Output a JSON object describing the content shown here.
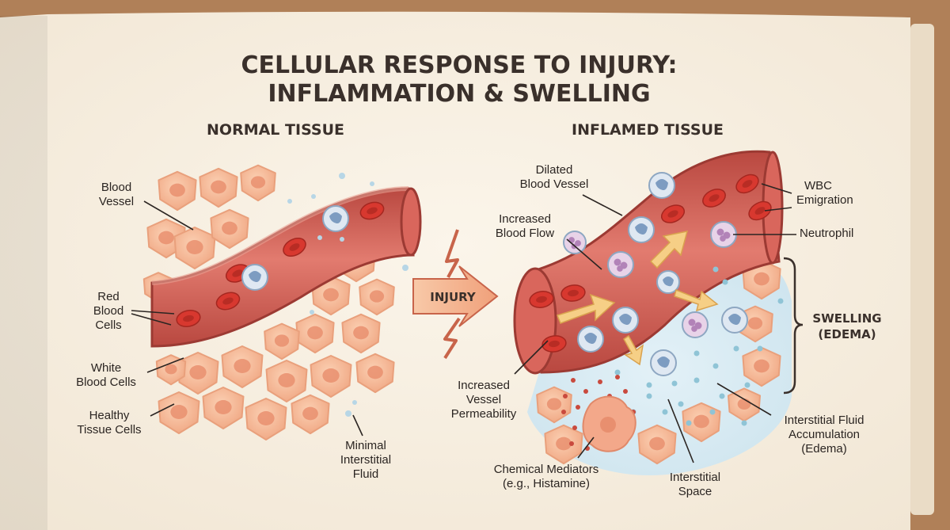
{
  "title": {
    "line1": "CELLULAR RESPONSE TO INJURY:",
    "line2": "INFLAMMATION & SWELLING"
  },
  "panels": {
    "normal": {
      "heading": "NORMAL TISSUE",
      "labels": {
        "blood_vessel": [
          "Blood",
          "Vessel"
        ],
        "red_blood_cells": [
          "Red",
          "Blood",
          "Cells"
        ],
        "white_blood_cells": [
          "White",
          "Blood Cells"
        ],
        "healthy_tissue_cells": [
          "Healthy",
          "Tissue Cells"
        ],
        "minimal_fluid": [
          "Minimal",
          "Interstitial",
          "Fluid"
        ]
      }
    },
    "inflamed": {
      "heading": "INFLAMED TISSUE",
      "labels": {
        "dilated_vessel": [
          "Dilated",
          "Blood Vessel"
        ],
        "increased_flow": [
          "Increased",
          "Blood Flow"
        ],
        "wbc_emigration": [
          "WBC",
          "Emigration"
        ],
        "neutrophil": [
          "Neutrophil"
        ],
        "swelling": [
          "SWELLING",
          "(EDEMA)"
        ],
        "permeability": [
          "Increased",
          "Vessel",
          "Permeability"
        ],
        "fluid_accumulation": [
          "Interstitial Fluid",
          "Accumulation",
          "(Edema)"
        ],
        "chemical_mediators": [
          "Chemical Mediators",
          "(e.g., Histamine)"
        ],
        "interstitial_space": [
          "Interstitial",
          "Space"
        ]
      }
    }
  },
  "injury_label": "INJURY",
  "colors": {
    "page": "#f7efe2",
    "vessel": "#c9544c",
    "vessel_inner": "#d9675d",
    "tissue_cell": "#f4b58f",
    "nucleus": "#e88f6f",
    "red_cell": "#d8382f",
    "wbc": "#a9c4de",
    "edema": "#d6e9f2",
    "arrow": "#f6cf86"
  }
}
